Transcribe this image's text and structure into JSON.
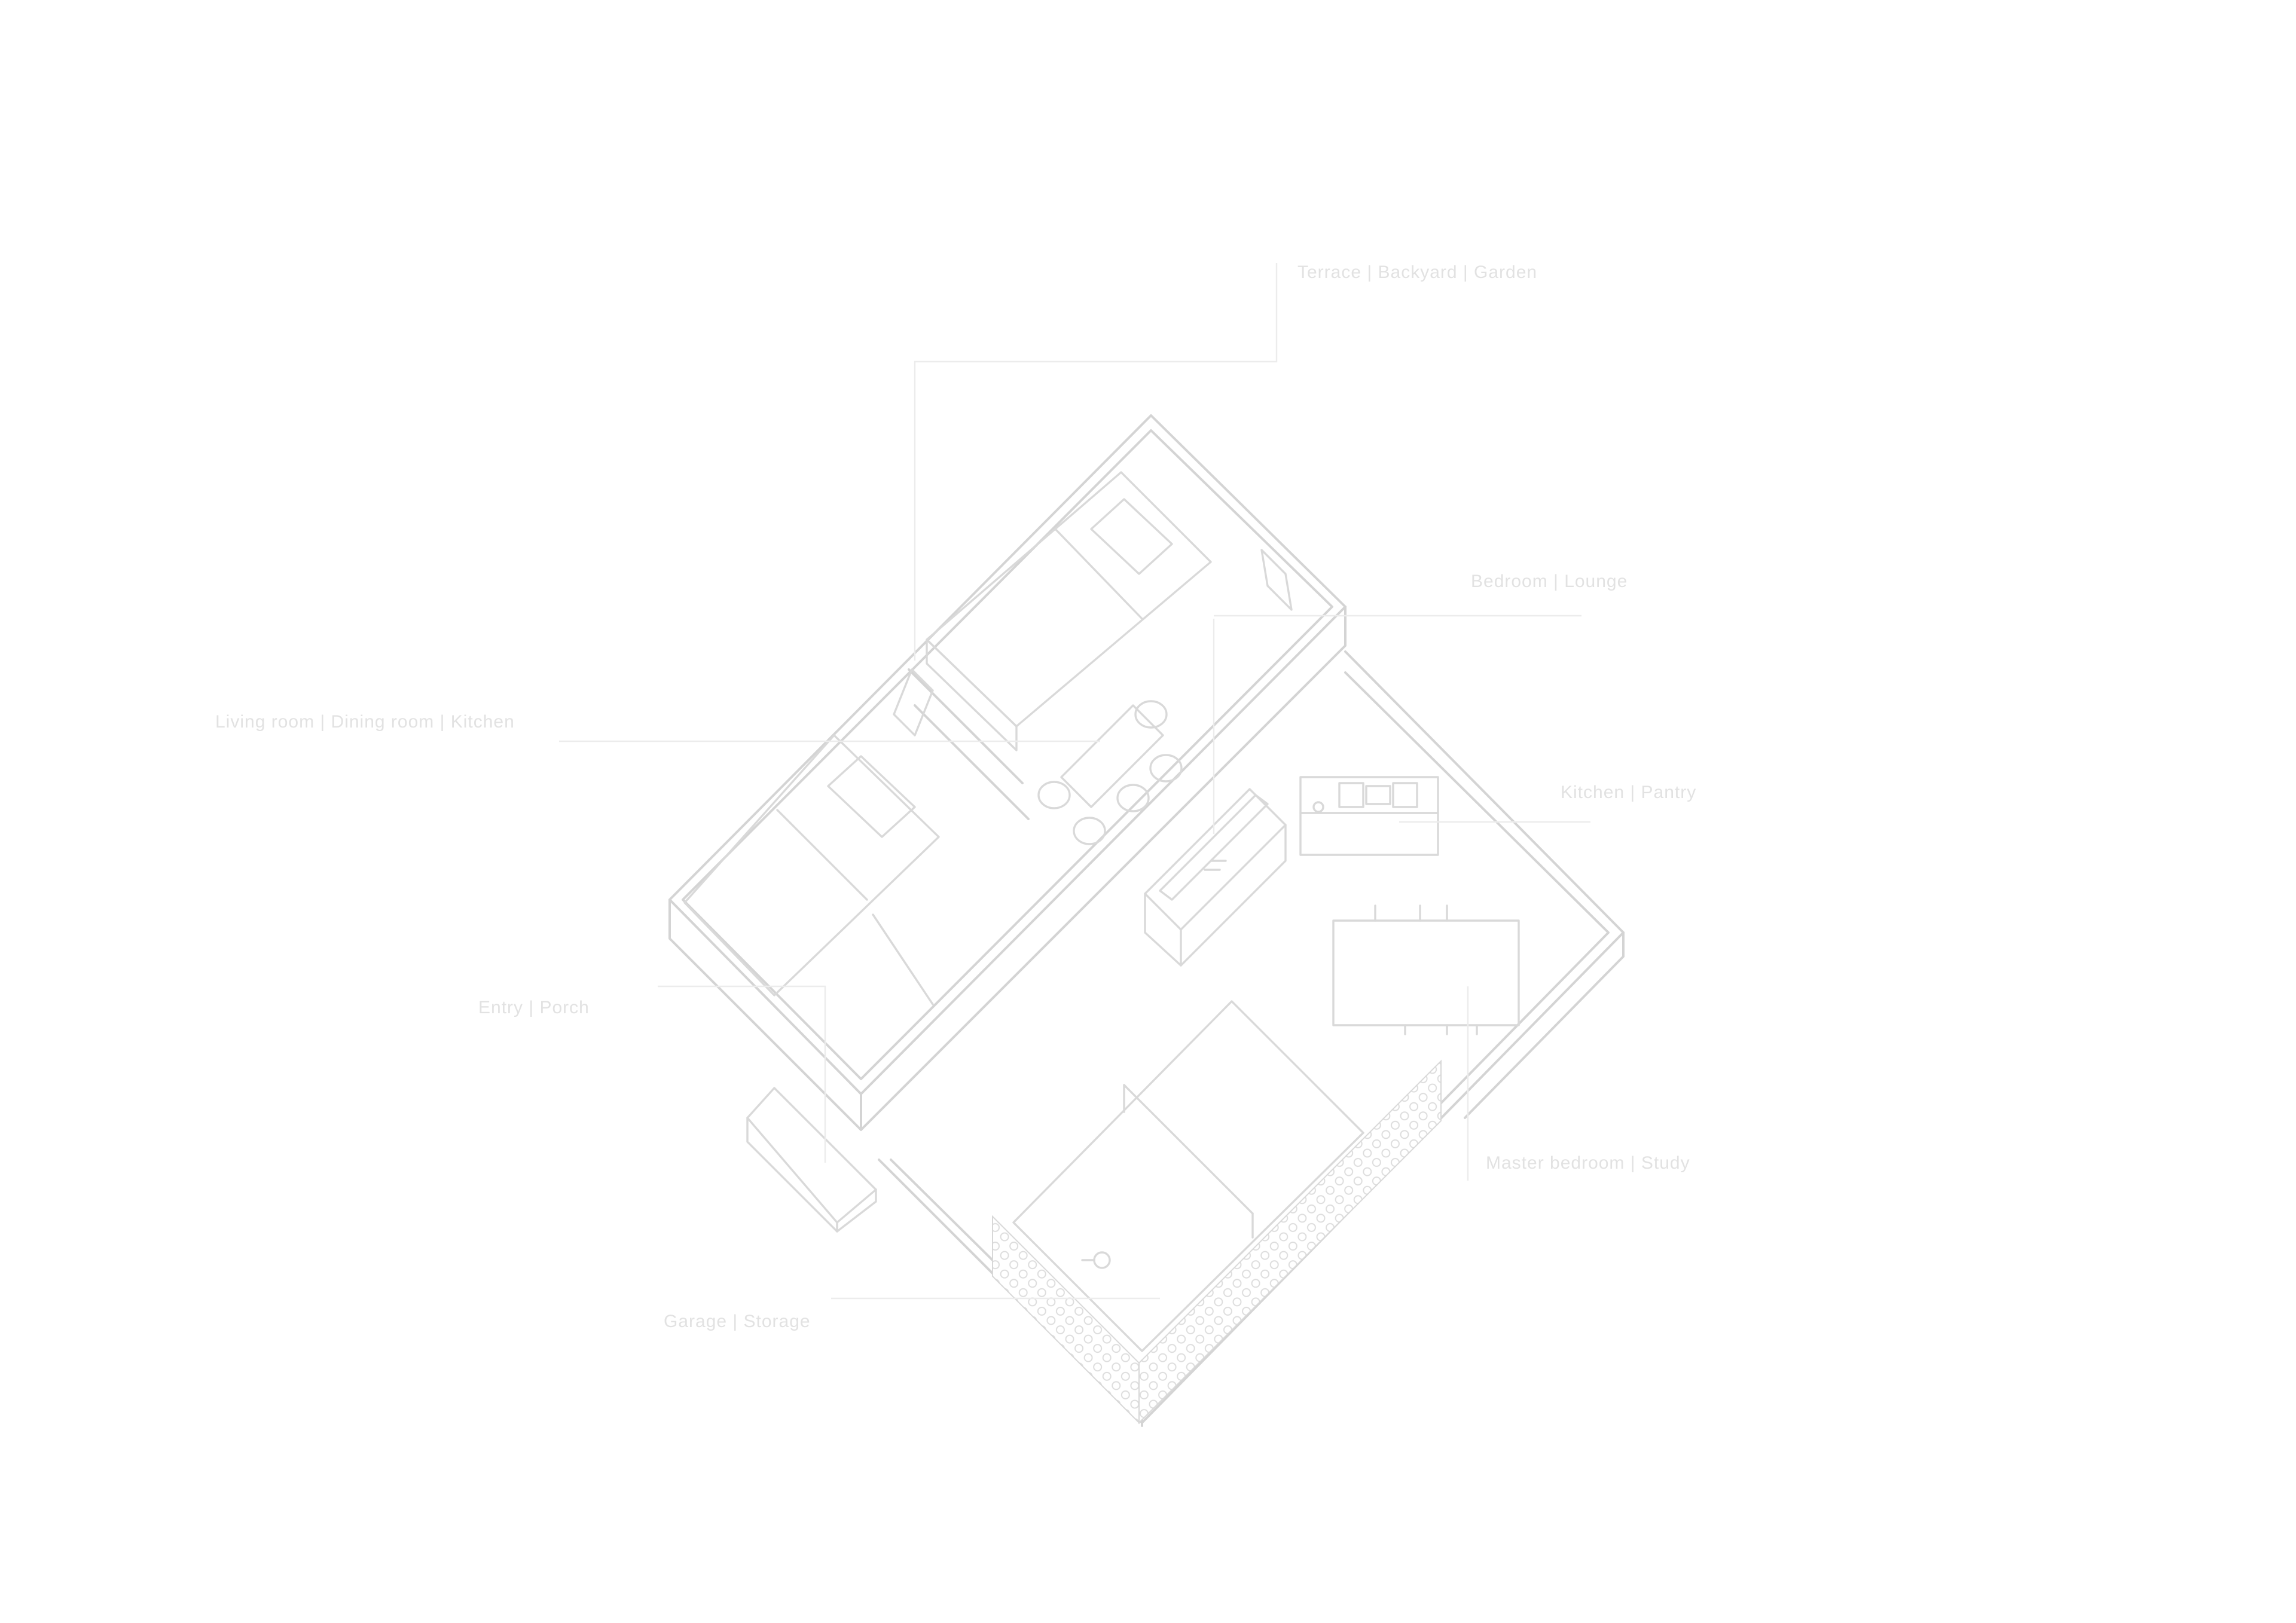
{
  "labels": {
    "terrace": "Terrace | Backyard | Garden",
    "bedroom_a": "Bedroom | Lounge",
    "living_dining": "Living room | Dining room | Kitchen",
    "kitchen": "Kitchen | Pantry",
    "entry": "Entry | Porch",
    "master_bedroom": "Master bedroom | Study",
    "garage": "Garage | Storage"
  },
  "colors": {
    "line": "#d4d4d4",
    "label": "#e2e2e2",
    "background": "#ffffff"
  }
}
